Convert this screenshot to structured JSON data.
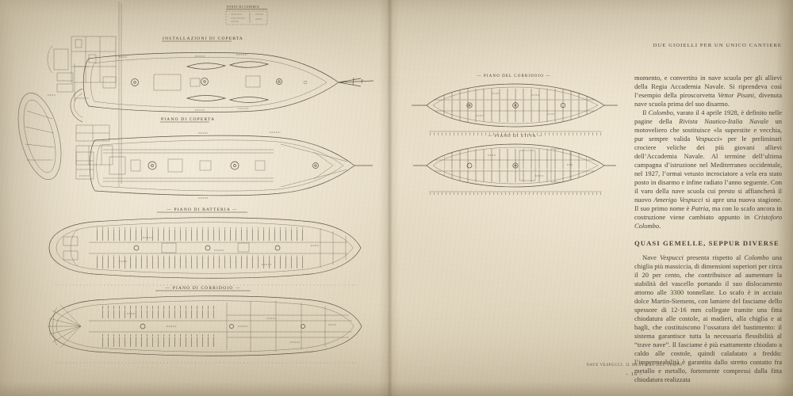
{
  "book": {
    "left_page": {
      "corner_label": "PONTE DI COPERTA",
      "plans": [
        {
          "title": "INSTALLAZIONI DI COPERTA"
        },
        {
          "title": "PIANO DI COPERTA"
        },
        {
          "title": "— PIANO DI BATTERIA —"
        },
        {
          "title": "— PIANO DI CORRIDOIO —"
        }
      ]
    },
    "right_page": {
      "running_header": "DUE GIOIELLI PER UN UNICO CANTIERE",
      "plans": [
        {
          "title": "— PIANO DEL CORRIDOIO —"
        },
        {
          "title": "— PIANO DI STIVA —"
        }
      ],
      "paragraphs": {
        "p1": [
          {
            "t": "momento, e convertito in nave scuola per gli allievi della Regia Accademia Navale. Si riprendeva così l’esempio della piroscorvetta "
          },
          {
            "t": "Vettor Pisani",
            "i": true
          },
          {
            "t": ", divenuta nave scuola prima del suo disarmo."
          }
        ],
        "p2": [
          {
            "t": "Il "
          },
          {
            "t": "Colombo",
            "i": true
          },
          {
            "t": ", varato il 4 aprile 1928, è definito nelle pagine della "
          },
          {
            "t": "Rivista Nautico-Italia Navale",
            "i": true
          },
          {
            "t": " un motoveliero che sostituisce «la superstite e vecchia, pur sempre valida "
          },
          {
            "t": "Vespucci",
            "i": true
          },
          {
            "t": "» per le preliminari crociere veliche dei più giovani allievi dell’Accademia Navale. Al termine dell’ultima campagna d’istruzione nel Mediterraneo occidentale, nel 1927, l’ormai vetusto incrociatore a vela era stato posto in disarmo e infine radiato l’anno seguente. Con il varo della nave scuola cui presto si affiancherà il nuovo "
          },
          {
            "t": "Amerigo Vespucci",
            "i": true
          },
          {
            "t": " si apre una nuova stagione. Il suo primo nome è "
          },
          {
            "t": "Patria",
            "i": true
          },
          {
            "t": ", ma con lo scafo ancora in costruzione viene cambiato appunto in "
          },
          {
            "t": "Cristoforo Colombo",
            "i": true
          },
          {
            "t": "."
          }
        ],
        "p3": [
          {
            "t": "Nave "
          },
          {
            "t": "Vespucci",
            "i": true
          },
          {
            "t": " presenta rispetto al "
          },
          {
            "t": "Colombo",
            "i": true
          },
          {
            "t": " una chiglia più massiccia, di dimensioni superiori per circa il 20 per cento, che contribuisce ad aumentare la stabilità del vascello portando il suo dislocamento attorno alle 3300 tonnellate. Lo scafo è in acciaio dolce Martin-Siemens, con lamiere del fasciame dello spessore di 12-16 mm collegate tramite una fitta chiodatura alle costole, ai madieri, alla chiglia e ai bagli, che costituiscono l’ossatura del bastimento: il sistema garantisce tutta la necessaria flessibilità al “trave nave”. Il fasciame è più esattamente chiodato a caldo alle costole, quindi calafatato a freddo: l’impermeabilità è garantita dallo stretto contatto fra metallo e metallo, fortemente compressi dalla fitta chiodatura realizzata"
          }
        ]
      },
      "section_heading": "QUASI GEMELLE, SEPPUR DIVERSE",
      "footer_title": "NAVE VESPUCCI. IL MESTIERE DEL TEMPO",
      "page_number": "– 16 –"
    },
    "colors": {
      "paper": "#e6dcc6",
      "paper_shadow": "#cfc4a8",
      "text_ink": "#46403a",
      "plan_ink": "#5a5244"
    }
  }
}
